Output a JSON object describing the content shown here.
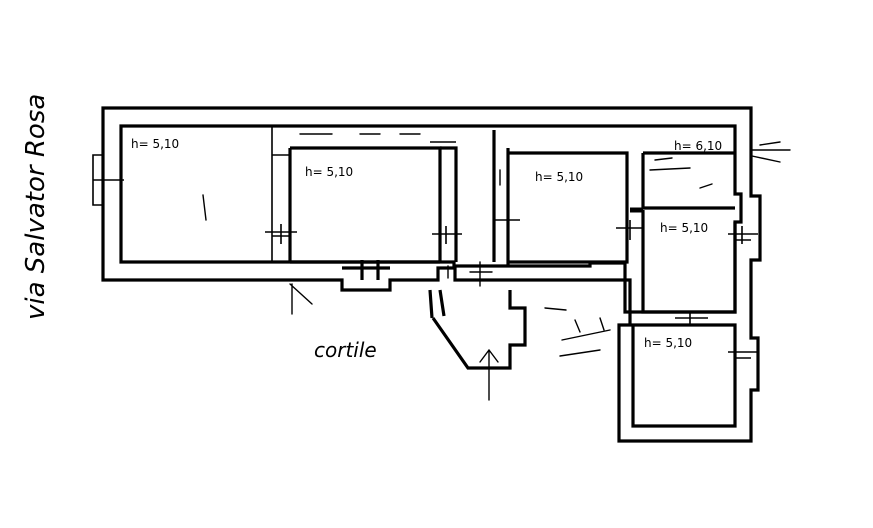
{
  "street_label": "via Salvator Rosa",
  "courtyard_label": "cortile",
  "rooms": [
    {
      "height_label": "h= 5,10"
    },
    {
      "height_label": "h= 5,10"
    },
    {
      "height_label": "h= 5,10"
    },
    {
      "height_label": "h= 6,10"
    },
    {
      "height_label": "h= 5,10"
    },
    {
      "height_label": "h= 5,10"
    }
  ]
}
